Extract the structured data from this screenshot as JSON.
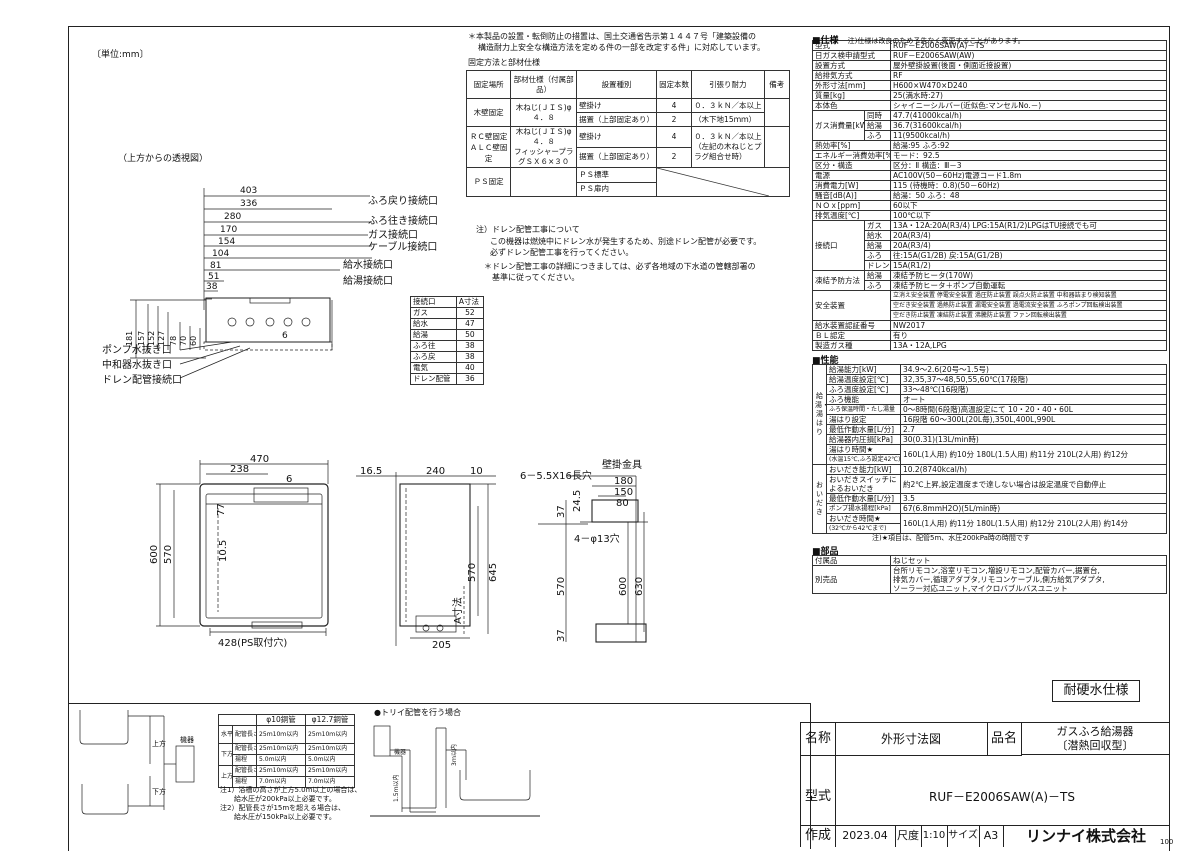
{
  "unit_label": "〔単位:mm〕",
  "top_view_label": "（上方からの透視図）",
  "notice": {
    "line1": "＊本製品の設置・転倒防止の措置は、国土交通省告示第１４４７号「建築設備の",
    "line2": "構造耐力上安全な構造方法を定める件の一部を改定する件」に対応しています。"
  },
  "fix_table": {
    "title": "固定方法と部材仕様",
    "headers": [
      "固定場所",
      "部材仕様（付属部品）",
      "設置種別",
      "固定本数",
      "引張り耐力",
      "備考"
    ],
    "row1": {
      "place": "木壁固定",
      "part": "木ねじ(ＪＩＳ)φ４．８",
      "type1": "壁掛け",
      "type2": "据置（上部固定あり）",
      "n1": "4",
      "n2": "2",
      "force1": "０．３ｋＮ／本以上",
      "force2": "（木下地15ｍｍ）"
    },
    "row2": {
      "place1": "ＲＣ壁固定",
      "place2": "ＡＬＣ壁固定",
      "part1": "木ねじ(ＪＩＳ)φ４．８",
      "part2": "フィッシャープラグＳＸ６×３０",
      "type1": "壁掛け",
      "type2": "据置（上部固定あり）",
      "n1": "4",
      "n2": "2",
      "force1": "０．３ｋＮ／本以上",
      "force2": "（左記の木ねじとプラグ組合せ時）"
    },
    "row3": {
      "place": "ＰＳ固定",
      "type1": "ＰＳ標準",
      "type2": "ＰＳ扉内"
    }
  },
  "drain_note": {
    "l1": "注）ドレン配管工事について",
    "l2": "この機器は燃焼中にドレン水が発生するため、別途ドレン配管が必要です。",
    "l3": "必ずドレン配管工事を行ってください。",
    "l4": "＊ドレン配管工事の詳細につきましては、必ず各地域の下水道の管轄部署の",
    "l5": "基準に従ってください。"
  },
  "connection_labels": [
    "ふろ戻り接続口",
    "ふろ往き接続口",
    "ガス接続口",
    "ケーブル接続口",
    "給水接続口",
    "給湯接続口"
  ],
  "bottom_labels": [
    "ポンプ水抜き口",
    "中和器水抜き口",
    "ドレン配管接続口"
  ],
  "top_dims": [
    "403",
    "336",
    "280",
    "170",
    "154",
    "104",
    "81",
    "51",
    "38",
    "6"
  ],
  "side_dims": [
    "181",
    "157",
    "152",
    "127",
    "78",
    "70",
    "60"
  ],
  "a_table": {
    "header": [
      "接続口",
      "A寸法"
    ],
    "rows": [
      [
        "ガス",
        "52"
      ],
      [
        "給水",
        "47"
      ],
      [
        "給湯",
        "50"
      ],
      [
        "ふろ往",
        "38"
      ],
      [
        "ふろ戻",
        "38"
      ],
      [
        "電気",
        "40"
      ],
      [
        "ドレン配管",
        "36"
      ]
    ]
  },
  "front_dims": {
    "w470": "470",
    "w238": "238",
    "w6": "6",
    "h77": "77",
    "h105": "10.5",
    "h600": "600",
    "h570": "570",
    "w428": "428(PS取付穴)"
  },
  "side_view_dims": {
    "d165": "16.5",
    "d240": "240",
    "d10": "10",
    "h570": "570",
    "h645": "645",
    "a_dim": "A寸法",
    "d205": "205"
  },
  "bracket": {
    "title": "壁掛金具",
    "hole1": "6－5.5X16長穴",
    "w180": "180",
    "w150": "150",
    "w80": "80",
    "h245": "24.5",
    "hole2": "4－φ13穴",
    "h570": "570",
    "h600": "600",
    "h630": "630",
    "h37a": "37",
    "h37b": "37"
  },
  "spec": {
    "section_title": "■仕様",
    "section_note": "注)仕様は改良のため予告なく変更することがあります。",
    "rows": [
      [
        "型式",
        "RUF－E2006SAW(A)－TS"
      ],
      [
        "日ガス検申請型式",
        "RUF－E2006SAW(AW)"
      ],
      [
        "設置方式",
        "屋外壁掛設置(後面・側面近接設置)"
      ],
      [
        "給排気方式",
        "RF"
      ],
      [
        "外形寸法[mm]",
        "H600×W470×D240"
      ],
      [
        "質量[kg]",
        "25(満水時:27)"
      ],
      [
        "本体色",
        "シャイニーシルバー(近似色:マンセルNo.－)"
      ]
    ],
    "gas_label": "ガス消費量[kW]",
    "gas_rows": [
      [
        "同時",
        "47.7(41000kcal/h)"
      ],
      [
        "給湯",
        "36.7(31600kcal/h)"
      ],
      [
        "ふろ",
        "11(9500kcal/h)"
      ]
    ],
    "rows2": [
      [
        "熱効率[%]",
        "給湯:95 ふろ:92"
      ],
      [
        "エネルギー消費効率[%]",
        "モード：92.5"
      ],
      [
        "区分・構造",
        "区分：Ⅱ 構造：Ⅲ－3"
      ],
      [
        "電源",
        "AC100V(50－60Hz)電源コード1.8m"
      ],
      [
        "消費電力[W]",
        "115 (待機時：0.8)(50－60Hz)"
      ],
      [
        "騒音[dB(A)]",
        "給湯：50 ふろ：48"
      ],
      [
        "ＮＯｘ[ppm]",
        "60以下"
      ],
      [
        "排気温度[℃]",
        "100℃以下"
      ]
    ],
    "conn_label": "接続口",
    "conn_rows": [
      [
        "ガス",
        "13A・12A:20A(R3/4) LPG:15A(R1/2)LPGはTU接続でも可"
      ],
      [
        "給水",
        "20A(R3/4)"
      ],
      [
        "給湯",
        "20A(R3/4)"
      ],
      [
        "ふろ",
        "往:15A(G1/2B) 戻:15A(G1/2B)"
      ],
      [
        "ドレン",
        "15A(R1/2)"
      ]
    ],
    "freeze_label": "凍結予防方法",
    "freeze_rows": [
      [
        "給湯",
        "凍結予防ヒータ(170W)"
      ],
      [
        "ふろ",
        "凍結予防ヒータ＋ポンプ自動運転"
      ]
    ],
    "safety_label": "安全装置",
    "safety_rows": [
      "立消え安全装置 停電安全装置 過圧防止装置 誤点火防止装置 中和器詰まり検知装置",
      "空だき安全装置 過熱防止装置 漏電安全装置 過電流安全装置 ふろポンプ回転検出装置",
      "空だき防止装置 凍結防止装置 沸騰防止装置 ファン回転検出装置"
    ],
    "rows3": [
      [
        "給水装置認証番号",
        "NW2017"
      ],
      [
        "ＢＬ認定",
        "有り"
      ],
      [
        "製造ガス種",
        "13A・12A,LPG"
      ]
    ]
  },
  "perf": {
    "title": "■性能",
    "kyutou_label": "給湯・湯はり",
    "kyutou_rows": [
      [
        "給湯能力[kW]",
        "34.9～2.6(20号～1.5号)"
      ],
      [
        "給湯温度設定[℃]",
        "32,35,37～48,50,55,60℃(17段階)"
      ],
      [
        "ふろ温度設定[℃]",
        "33～48℃(16段階)"
      ],
      [
        "ふろ機能",
        "オート"
      ],
      [
        "ふろ保温時間・たし湯量",
        "0～8時間(6段階)高温設定にて 10・20・40・60L"
      ],
      [
        "湯はり設定",
        "16段階 60～300L(20L毎),350L,400L,990L"
      ],
      [
        "最低作動水量[L/分]",
        "2.7"
      ],
      [
        "給湯器内圧損[kPa]",
        "30(0.31)(13L/min時)"
      ],
      [
        "湯はり時間★",
        "160L(1人用) 約10分  180L(1.5人用) 約11分  210L(2人用) 約12分"
      ]
    ],
    "yuhari_sub": "(水温15℃,ふろ設定42℃)",
    "oidaki_label": "おいだき",
    "oidaki_rows": [
      [
        "おいだき能力[kW]",
        "10.2(8740kcal/h)"
      ],
      [
        "おいだきスイッチによるおいだき",
        "約2℃上昇,設定温度まで達しない場合は設定温度で自動停止"
      ],
      [
        "最低作動水量[L/分]",
        "3.5"
      ],
      [
        "ポンプ揚水揚程[kPa]",
        "67(6.8mmH2O)(5L/min時)"
      ],
      [
        "おいだき時間★",
        "160L(1人用) 約11分  180L(1.5人用) 約12分  210L(2人用) 約14分"
      ]
    ],
    "oidaki_sub": "(32℃から42℃まで)",
    "note": "注)★項目は、配管5m、水圧200kPa時の時間です"
  },
  "parts": {
    "title": "■部品",
    "rows": [
      [
        "付属品",
        "ねじセット"
      ],
      [
        "別売品",
        "台所リモコン,浴室リモコン,増設リモコン,配管カバー,据置台,"
      ]
    ],
    "extra1": "排気カバー,循環アダプタ,リモコンケーブル,側方給気アダプタ,",
    "extra2": "ソーラー対応ユニット,マイクロバブルバスユニット"
  },
  "hard_water": "耐硬水仕様",
  "pipe_table": {
    "headers": [
      "",
      "",
      "φ10銅管",
      "φ12.7銅管"
    ],
    "rows": [
      [
        "水平",
        "配管長さ",
        "25ｍ10ｍ以内",
        "25ｍ10ｍ以内"
      ],
      [
        "下方",
        "配管長さ",
        "25ｍ10ｍ以内",
        "25ｍ10ｍ以内"
      ],
      [
        "",
        "揚程",
        "5.0ｍ以内",
        "5.0ｍ以内"
      ],
      [
        "上方",
        "配管長さ",
        "25ｍ10ｍ以内",
        "25ｍ10ｍ以内"
      ],
      [
        "",
        "揚程",
        "7.0ｍ以内",
        "7.0ｍ以内"
      ]
    ],
    "note1": "注1）浴槽の高さが上方5.0m以上の場合は、",
    "note1b": "給水圧が200kPa以上必要です。",
    "note2": "注2）配管長さが15mを超える場合は、",
    "note2b": "給水圧が150kPa以上必要です。"
  },
  "trap_title": "●トリイ配管を行う場合",
  "appliance_label": "機器",
  "up_label": "上方",
  "down_label": "下方",
  "trap_h1": "1.5ｍ以内",
  "trap_h2": "3ｍ以内",
  "title_block": {
    "name_label": "名称",
    "name_value": "外形寸法図",
    "product_label": "品名",
    "product1": "ガスふろ給湯器",
    "product2": "〔潜熱回収型〕",
    "model_label": "型式",
    "model_value": "RUF－E2006SAW(A)－TS",
    "made_label": "作成",
    "date": "2023.04",
    "scale_label": "尺度",
    "scale": "1:10",
    "size_label": "サイズ",
    "size": "A3",
    "company": "リンナイ株式会社"
  },
  "page_number": "100"
}
